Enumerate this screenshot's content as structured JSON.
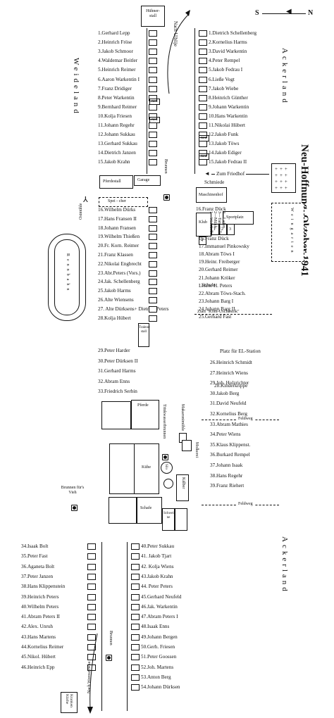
{
  "title": "Neu-Hoffnung, Oktober 1941",
  "compass": {
    "n": "N",
    "s": "S"
  },
  "fields": {
    "weideland": "Weideland",
    "ackerland_top": "Ackerland",
    "ackerland_bottom": "Ackerland",
    "weingarten": "Weingarten",
    "rennbahn": "Rennbahn"
  },
  "roads": {
    "nach_ulblije": "Nach Ulblije",
    "zum_friedhof": "Zum Friedhof",
    "zum_kom_uschastok": "Zum \"Kom-Uschastok\"",
    "feldweg1": "Feldweg",
    "feldweg2": "Feldweg",
    "nach_woroszowka": "Nach Woroszowka"
  },
  "buildings": {
    "huehnerstall": "Hühner-stall",
    "pferdestall": "Pferdestall",
    "garage": "Garage",
    "speicher": "Spei - cher",
    "brunnen1": "Brunnen",
    "ostmuehle": "Ostmühle",
    "maschinenhof": "Maschinenhof",
    "schmiede": "Schmiede",
    "klub": "Klub",
    "sportplatz": "Sportplatz",
    "schule": "Schule",
    "traktorstall": "Traktor-stall",
    "pferde": "Pferde",
    "kuehe": "Kühe",
    "trinkwasserbrunnen": "Trinkwasserbrunnen",
    "makaronimuehle": "Makaronimühle",
    "molkerei": "Molkerei",
    "silo": "Silo",
    "kaelber": "Kälber",
    "schafe": "Schafe",
    "schweine": "Schwei-ne",
    "brunnen_vieh": "Brunnen für's Vieh",
    "brunnen2": "Brunnen",
    "krankenkueche": "Kranken Küche",
    "platz_el": "Platz für EL-Station",
    "kinderkrippe": "28.Kinderkrippe",
    "neu": "neu"
  },
  "legend": [
    "1—Weinkeller",
    "2—Mühle",
    "3—Tankstelle",
    "4—Laden"
  ],
  "klub_nums": [
    "1",
    "2",
    "3",
    "4"
  ],
  "left_upper": [
    "1.Gerhard Lepp",
    "2.Heinrich Fröse",
    "3.Jakob Schmoor",
    "4.Waldemar Beitler",
    "5.Heinrich Reimer",
    "6.Aaron Warkentin I",
    "7.Franz Dridiger",
    "8.Peter Warkentin",
    "9.Bernhard Reimer",
    "10.Kolja Friesen",
    "11.Johann Regehr",
    "12.Johann Sukkau",
    "13.Gerhard Sukkau",
    "14.Dietrich Janzen",
    "15.Jakob Krahn"
  ],
  "left_middle": [
    "16.Wilhelm Dürks",
    "17.Hans Fransen II",
    "18.Johann Fransen",
    "19.Wilhelm Thießen",
    "20.Fr. Korn. Reimer",
    "21.Franz Klassen",
    "22.Nikolai Engbrecht",
    "23.Abr.Peters (Vors.)",
    "24.Jak. Schellenberg",
    "25.Jakob Harms",
    "26.Alte Wiensens",
    "27. Alte Dürksens+ Dietrich Peters",
    "28.Kolja Hübert"
  ],
  "left_lower": [
    "29.Peter Harder",
    "30.Peter Dürksen II",
    "31.Gerhard Harms",
    "32.Abram Enns",
    "33.Friedrich Serbin"
  ],
  "right_upper": [
    "1.Dietrich Schellenberg",
    "2.Kornelius Harms",
    "3.David Warkentin",
    "4.Peter Rempel",
    "5.Jakob Fedrau I",
    "6.Ließe Vogt",
    "7.Jakob Wiebe",
    "8.Heinrich Günther",
    "9.Johann Warkentin",
    "10.Hans Warkentin",
    "11.Nikolai Hübert",
    "12.Jakob Funk",
    "13.Jakob Töws",
    "14.Jakob Ediger",
    "15.Jakob Fedrau II"
  ],
  "right_middle": [
    "16.Franz Dück",
    "17.Immanuel Pinkowsky",
    "18.Abram Töws I",
    "19.Heinr. Freiberger",
    "20.Gerhard Reimer",
    "21.Johann Kröker",
    "Lehrer H. Peters",
    "22.Abram Töws-Stach.",
    "23.Johann Barg I",
    "24.Johann Barg II",
    "25.Gerhard Fast"
  ],
  "right_lower": [
    "26.Heinrich Schmidt",
    "27.Heinrich Wiens",
    "29.Joh. Holzrichter",
    "30.Jakob Berg",
    "31.David Neufeld",
    "32.Kornelius Berg",
    "33.Abram Mathies",
    "34.Peter Wiens",
    "35.Klaus Klippenst.",
    "36.Burkard Rempel",
    "37.Johann Isaak",
    "38.Hans Regehr",
    "39.Franz Riehert"
  ],
  "bottom_left": [
    "34.Isaak Bolt",
    "35.Peter Fast",
    "36.Aganeta Bolt",
    "37.Peter Janzen",
    "38.Hans Klippenstein",
    "39.Heinrich Peters",
    "40.Wilhelm Peters",
    "41.Abram Peters II",
    "42.Alex. Unruh",
    "43.Hans Martens",
    "44.Kornelius Reimer",
    "45.Nikol. Hübert",
    "46.Heinrich Epp"
  ],
  "bottom_right": [
    "40.Peter Sukkau",
    "41. Jakob Tjart",
    "42. Kolja Wiens",
    "43.Jakob Krahn",
    "44. Peter Peters",
    "45.Gerhard Neufeld",
    "46.Jak. Warkentin",
    "47.Abram Peters I",
    "48.Isaak Enns",
    "49.Johann Bergen",
    "50.Gerh. Friesen",
    "51.Peter Goossen",
    "52.Joh. Martens",
    "53.Anton Berg",
    "54.Johann Dürksen"
  ]
}
